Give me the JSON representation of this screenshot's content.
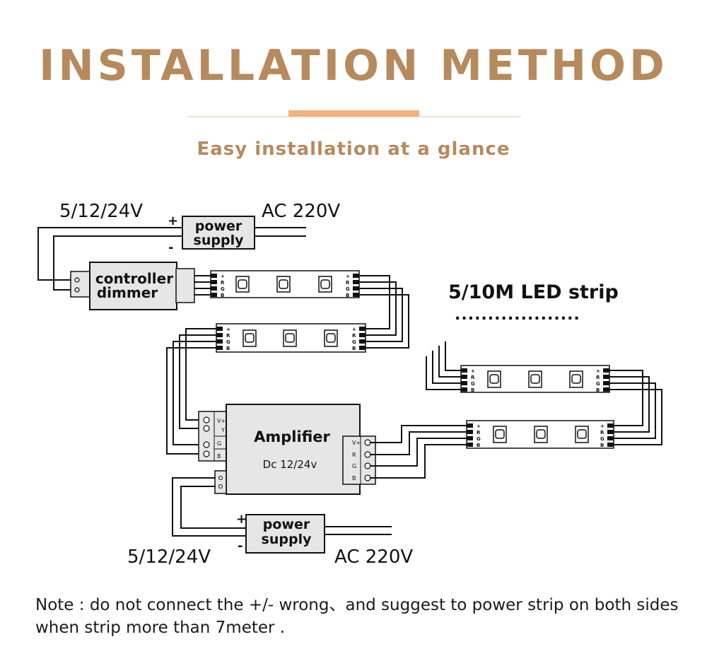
{
  "header": {
    "title": "INSTALLATION METHOD",
    "subtitle": "Easy installation at a glance",
    "accent_color": "#b68a5c",
    "bar_color": "#f3b27f",
    "rule_color": "#eed9c3"
  },
  "diagram": {
    "top_voltage": "5/12/24V",
    "top_ac": "AC  220V",
    "top_power_line1": "power",
    "top_power_line2": "supply",
    "plus": "+",
    "minus": "-",
    "controller_line1": "controller",
    "controller_line2": "dimmer",
    "strip_heading": "5/10M  LED strip",
    "strip_ellipsis": "...................",
    "amplifier_title": "Amplifier",
    "amplifier_voltage": "Dc 12/24v",
    "bottom_power_line1": "power",
    "bottom_power_line2": "supply",
    "bottom_voltage": "5/12/24V",
    "bottom_ac": "AC  220V",
    "pin_plus": "+",
    "pin_r": "R",
    "pin_g": "G",
    "pin_b": "B",
    "amp_pin_v": "V+",
    "amp_pin_v_left": "V+",
    "amp_side_label": "Y",
    "amp_side_label2": "B"
  },
  "note": "Note : do not connect the +/- wrong、and suggest to power strip on both sides when strip more than 7meter ."
}
